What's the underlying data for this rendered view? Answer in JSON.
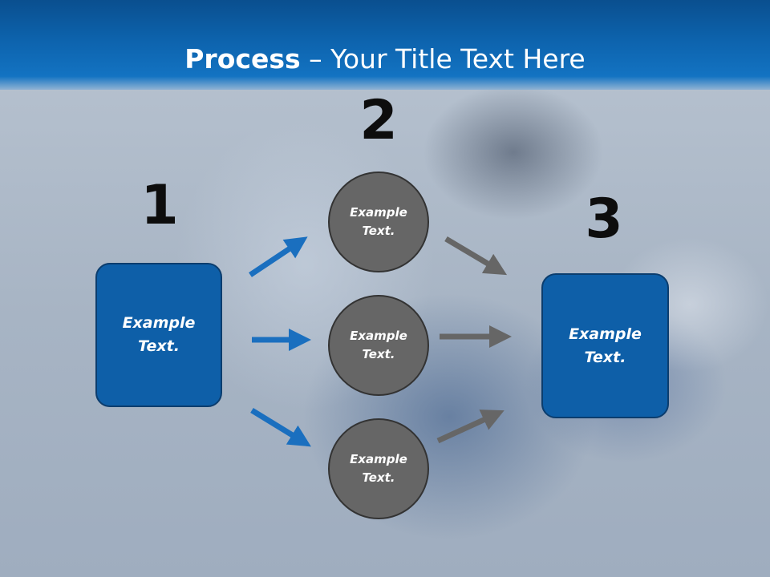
{
  "title": {
    "bold": "Process",
    "rest": " – Your Title Text Here"
  },
  "steps": {
    "one": "1",
    "two": "2",
    "three": "3"
  },
  "left_box": {
    "text": "Example Text."
  },
  "circles": [
    {
      "text": "Example Text."
    },
    {
      "text": "Example Text."
    },
    {
      "text": "Example Text."
    }
  ],
  "right_box": {
    "text": "Example Text."
  },
  "colors": {
    "title_bar": "#0d63ad",
    "box": "#0e5fa8",
    "circle": "#666666",
    "blue_arrow": "#1a6fbf",
    "gray_arrow": "#666666"
  }
}
